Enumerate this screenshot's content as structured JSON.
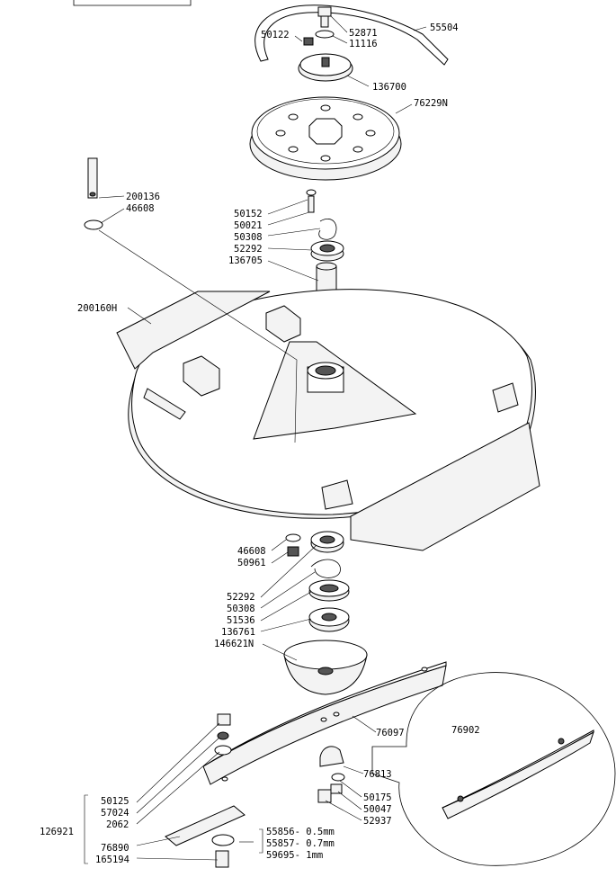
{
  "diagram": {
    "part_labels": [
      "55504",
      "52871",
      "50122",
      "11116",
      "136700",
      "76229N",
      "200136",
      "46608",
      "50152",
      "50021",
      "50308",
      "52292",
      "136705",
      "200160H",
      "46608",
      "50961",
      "52292",
      "50308",
      "51536",
      "136761",
      "146621N",
      "76097",
      "76902",
      "76813",
      "50125",
      "50175",
      "57024",
      "50047",
      "2062",
      "52937",
      "126921",
      "76890",
      "165194",
      "55856- 0.5mm",
      "55857- 0.7mm",
      "59695- 1mm"
    ]
  }
}
